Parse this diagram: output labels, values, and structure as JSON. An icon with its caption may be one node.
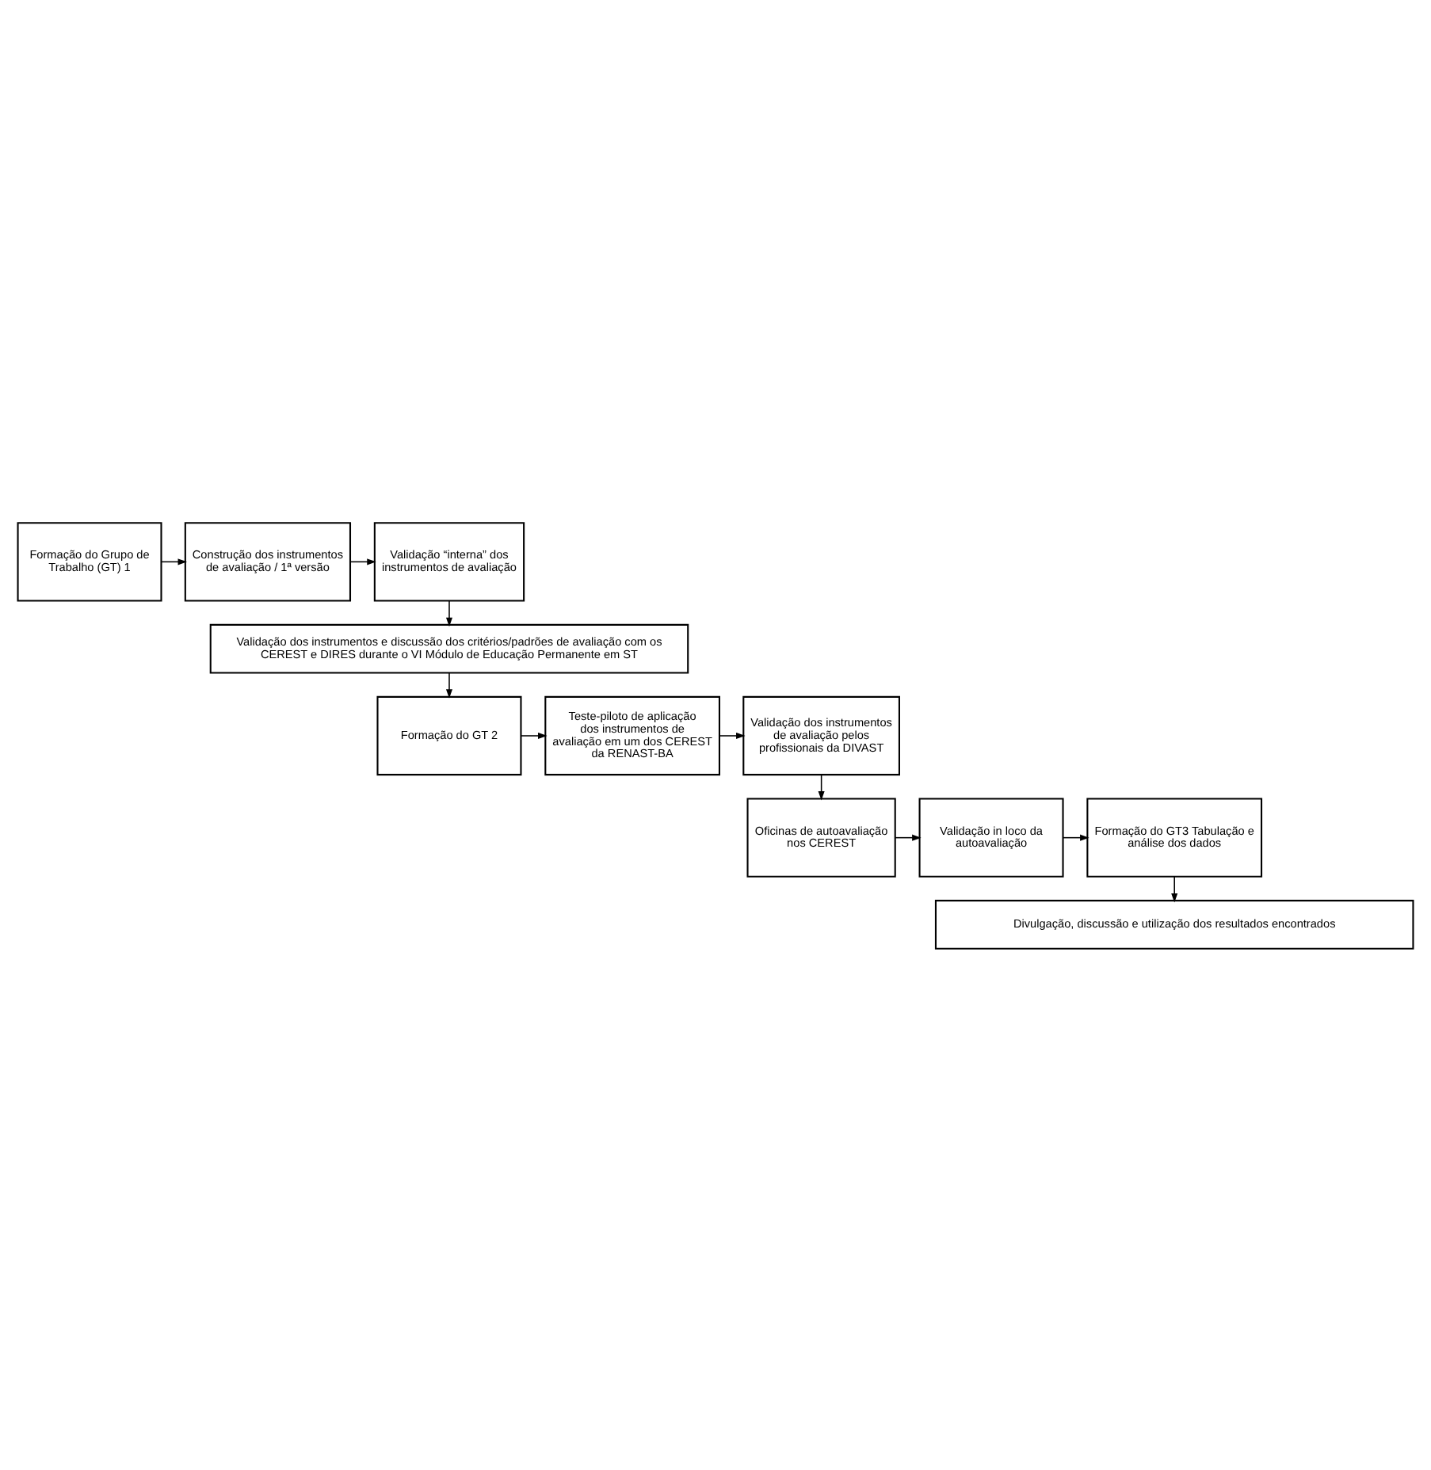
{
  "diagram": {
    "nodes": [
      {
        "text": [
          "Formação do Grupo de Trabalho (GT) 1"
        ]
      },
      {
        "text": [
          "Construção dos instrumentos de avaliação / 1ª versão"
        ]
      },
      {
        "text": [
          "Validação “interna” dos instrumentos de avaliação"
        ]
      },
      {
        "text": [
          "Validação dos instrumentos e discussão dos critérios/padrões de avaliação com os CEREST e DIRES durante o VI Módulo de Educação Permanente em ST"
        ]
      },
      {
        "text": [
          "Formação do GT 2"
        ]
      },
      {
        "text": [
          "Teste-piloto de aplicação dos instrumentos de avaliação em um dos CEREST da RENAST-BA"
        ]
      },
      {
        "text": [
          "Validação dos instrumentos de avaliação pelos profissionais da DIVAST"
        ]
      },
      {
        "text": [
          "Oficinas de autoavaliação nos CEREST"
        ]
      },
      {
        "text": [
          "Validação in loco da autoavaliação"
        ]
      },
      {
        "text": [
          "Formação do GT3 Tabulação e análise dos dados"
        ]
      },
      {
        "text": [
          "Divulgação, discussão e utilização dos resultados encontrados"
        ]
      }
    ],
    "edges": [
      {
        "from": 0,
        "to": 1,
        "arrow": "to"
      },
      {
        "from": 1,
        "to": 2,
        "arrow": "to"
      },
      {
        "from": 2,
        "to": 3,
        "arrow": "to"
      },
      {
        "from": 3,
        "to": 4,
        "arrow": "to"
      },
      {
        "from": 4,
        "to": 5,
        "arrow": "to"
      },
      {
        "from": 5,
        "to": 6,
        "arrow": "to"
      },
      {
        "from": 6,
        "to": 7,
        "arrow": "to"
      },
      {
        "from": 7,
        "to": 8,
        "arrow": "to"
      },
      {
        "from": 8,
        "to": 9,
        "arrow": "to"
      },
      {
        "from": 9,
        "to": 10,
        "arrow": "to"
      }
    ]
  }
}
